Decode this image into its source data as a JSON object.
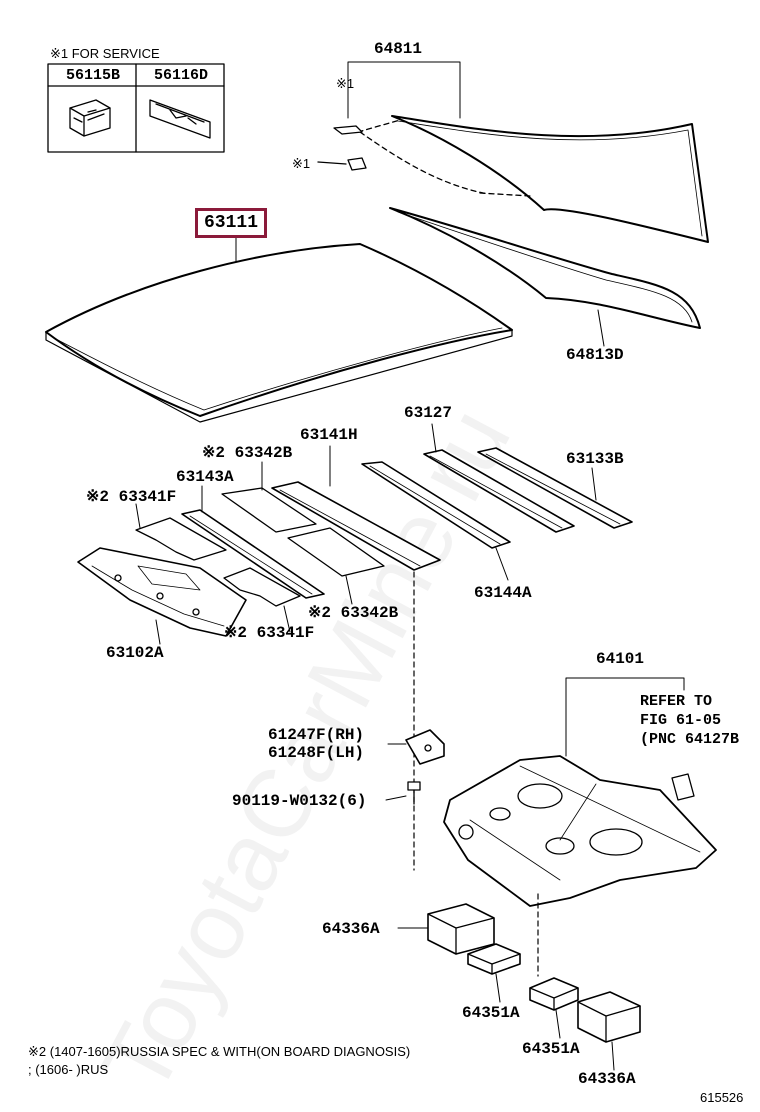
{
  "watermark": "ToyotaCarMine.ru",
  "service_box": {
    "title": "※1 FOR SERVICE",
    "part_a": "56115B",
    "part_b": "56116D"
  },
  "labels": {
    "p64811": "64811",
    "m1_top": "※1",
    "m1_mid": "※1",
    "p63111": "63111",
    "p64813D": "64813D",
    "p63342B_top": "※2 63342B",
    "p63141H": "63141H",
    "p63127": "63127",
    "p63133B": "63133B",
    "p63143A": "63143A",
    "p63341F_left": "※2 63341F",
    "p63144A": "63144A",
    "p63342B_bottom": "※2 63342B",
    "p63341F_bottom": "※2 63341F",
    "p63102A": "63102A",
    "p64101": "64101",
    "p61247F": "61247F(RH)",
    "p61248F": "61248F(LH)",
    "p90119": "90119-W0132(6)",
    "p64336A_left": "64336A",
    "p64351A_top": "64351A",
    "p64351A_bottom": "64351A",
    "p64336A_bottom": "64336A"
  },
  "refer_note": {
    "line1": "REFER TO",
    "line2": "FIG 61-05",
    "line3": "(PNC 64127B"
  },
  "footnote": {
    "line1": "※2 (1407-1605)RUSSIA SPEC & WITH(ON BOARD DIAGNOSIS)",
    "line2": "; (1606-        )RUS"
  },
  "figure_number": "615526",
  "colors": {
    "highlight": "#8b1a3a",
    "ink": "#000000"
  }
}
